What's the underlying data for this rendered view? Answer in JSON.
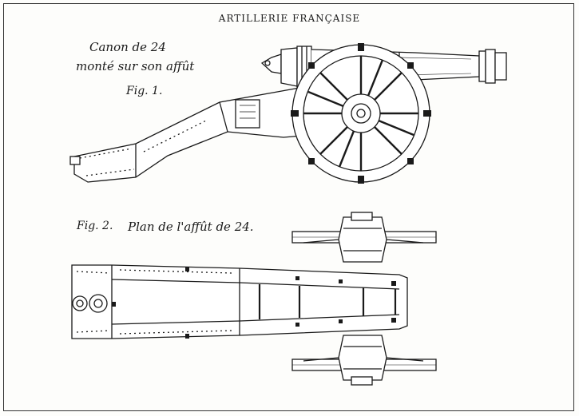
{
  "header": {
    "title": "ARTILLERIE FRANÇAISE"
  },
  "figure1": {
    "title": "Canon de 24",
    "subtitle": "monté sur son affût",
    "label": "Fig. 1."
  },
  "figure2": {
    "label": "Fig. 2.",
    "caption": "Plan de l'affût de 24."
  },
  "colors": {
    "ink": "#1a1a1a",
    "paper": "#fdfdfb"
  }
}
